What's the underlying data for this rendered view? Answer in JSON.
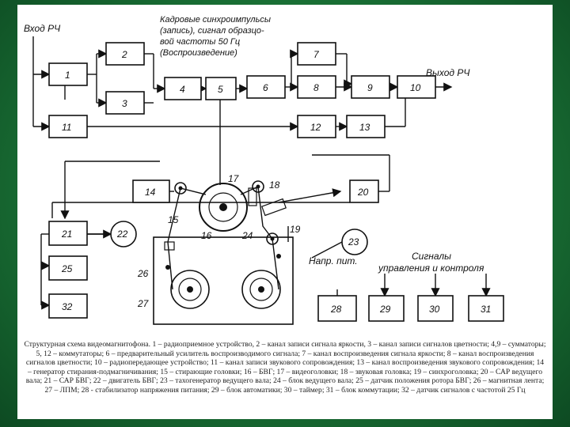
{
  "diagram": {
    "input_label": "Вход РЧ",
    "output_label": "Выход РЧ",
    "sync_note_lines": [
      "Кадровые синхроимпульсы",
      "(запись), сигнал образцо-",
      "вой частоты 50 Гц",
      "(Воспроизведение)"
    ],
    "power_label": "Напр. пит.",
    "signals_label_lines": [
      "Сигналы",
      "управления и контроля"
    ],
    "blocks": [
      "1",
      "2",
      "3",
      "4",
      "5",
      "6",
      "7",
      "8",
      "9",
      "10",
      "11",
      "12",
      "13",
      "14",
      "15",
      "16",
      "17",
      "18",
      "19",
      "20",
      "21",
      "22",
      "23",
      "24",
      "25",
      "26",
      "27",
      "28",
      "29",
      "30",
      "31",
      "32"
    ]
  },
  "caption": "Структурная схема видеомагнитофона. 1 – радиоприемное устройство, 2 – канал записи сигнала яркости, 3 – канал записи сигналов цветности; 4,9 – сумматоры; 5, 12 – коммутаторы; 6 – предварительный усилитель воспроизводимого сигнала; 7 – канал воспроизведения сигнала яркости; 8 – канал воспроизведения сигналов цветности; 10 – радиопередающее устройство; 11 – канал записи звукового сопровождения; 13 – канал воспроизведения звукового сопровождения; 14 – генератор стирания-подмагничивания; 15 – стирающие головки; 16 – БВГ; 17 – видеоголовки; 18 – звуковая головка; 19 – синхроголовка; 20 – САР ведущего вала; 21 – САР БВГ; 22 – двигатель БВГ; 23 – тахогенератор ведущего вала; 24 – блок ведущего вала; 25 – датчик положения ротора БВГ; 26 – магнитная лента; 27 – ЛПМ; 28 - стабилизатор напряжения питания; 29 – блок автоматики; 30 – таймер; 31 – блок коммутации; 32 – датчик сигналов с частотой 25 Гц"
}
